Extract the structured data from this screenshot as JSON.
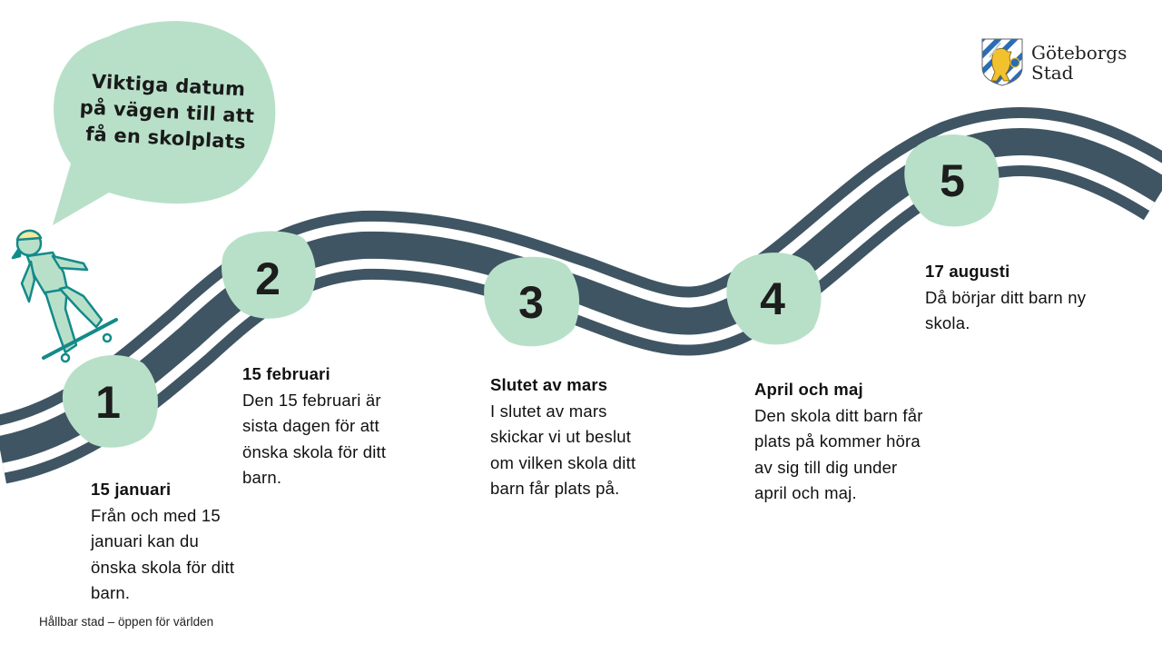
{
  "speech_bubble": {
    "lines": [
      "Viktiga datum",
      "på vägen till att",
      "få en skolplats"
    ]
  },
  "logo": {
    "line1": "Göteborgs",
    "line2": "Stad",
    "icon": "goteborg-coat-of-arms-icon"
  },
  "steps": [
    {
      "number": "1",
      "title": "15 januari",
      "body": "Från och med 15\njanuari kan du\nönska skola för ditt\nbarn."
    },
    {
      "number": "2",
      "title": "15 februari",
      "body": "Den 15 februari är\nsista dagen för att\nönska skola för ditt\nbarn."
    },
    {
      "number": "3",
      "title": "Slutet av mars",
      "body": "I slutet av mars\nskickar vi ut beslut\nom vilken skola ditt\nbarn får plats på."
    },
    {
      "number": "4",
      "title": "April och maj",
      "body": "Den skola ditt barn får\nplats på kommer höra\nav sig till dig under\napril och maj."
    },
    {
      "number": "5",
      "title": "17 augusti",
      "body": "Då börjar ditt barn ny\nskola."
    }
  ],
  "footer": {
    "text": "Hållbar stad – öppen för världen"
  },
  "colors": {
    "road": "#3f5563",
    "blob": "#b8e0c9",
    "figure_outline": "#138a8a",
    "helmet": "#f5e8a0"
  }
}
